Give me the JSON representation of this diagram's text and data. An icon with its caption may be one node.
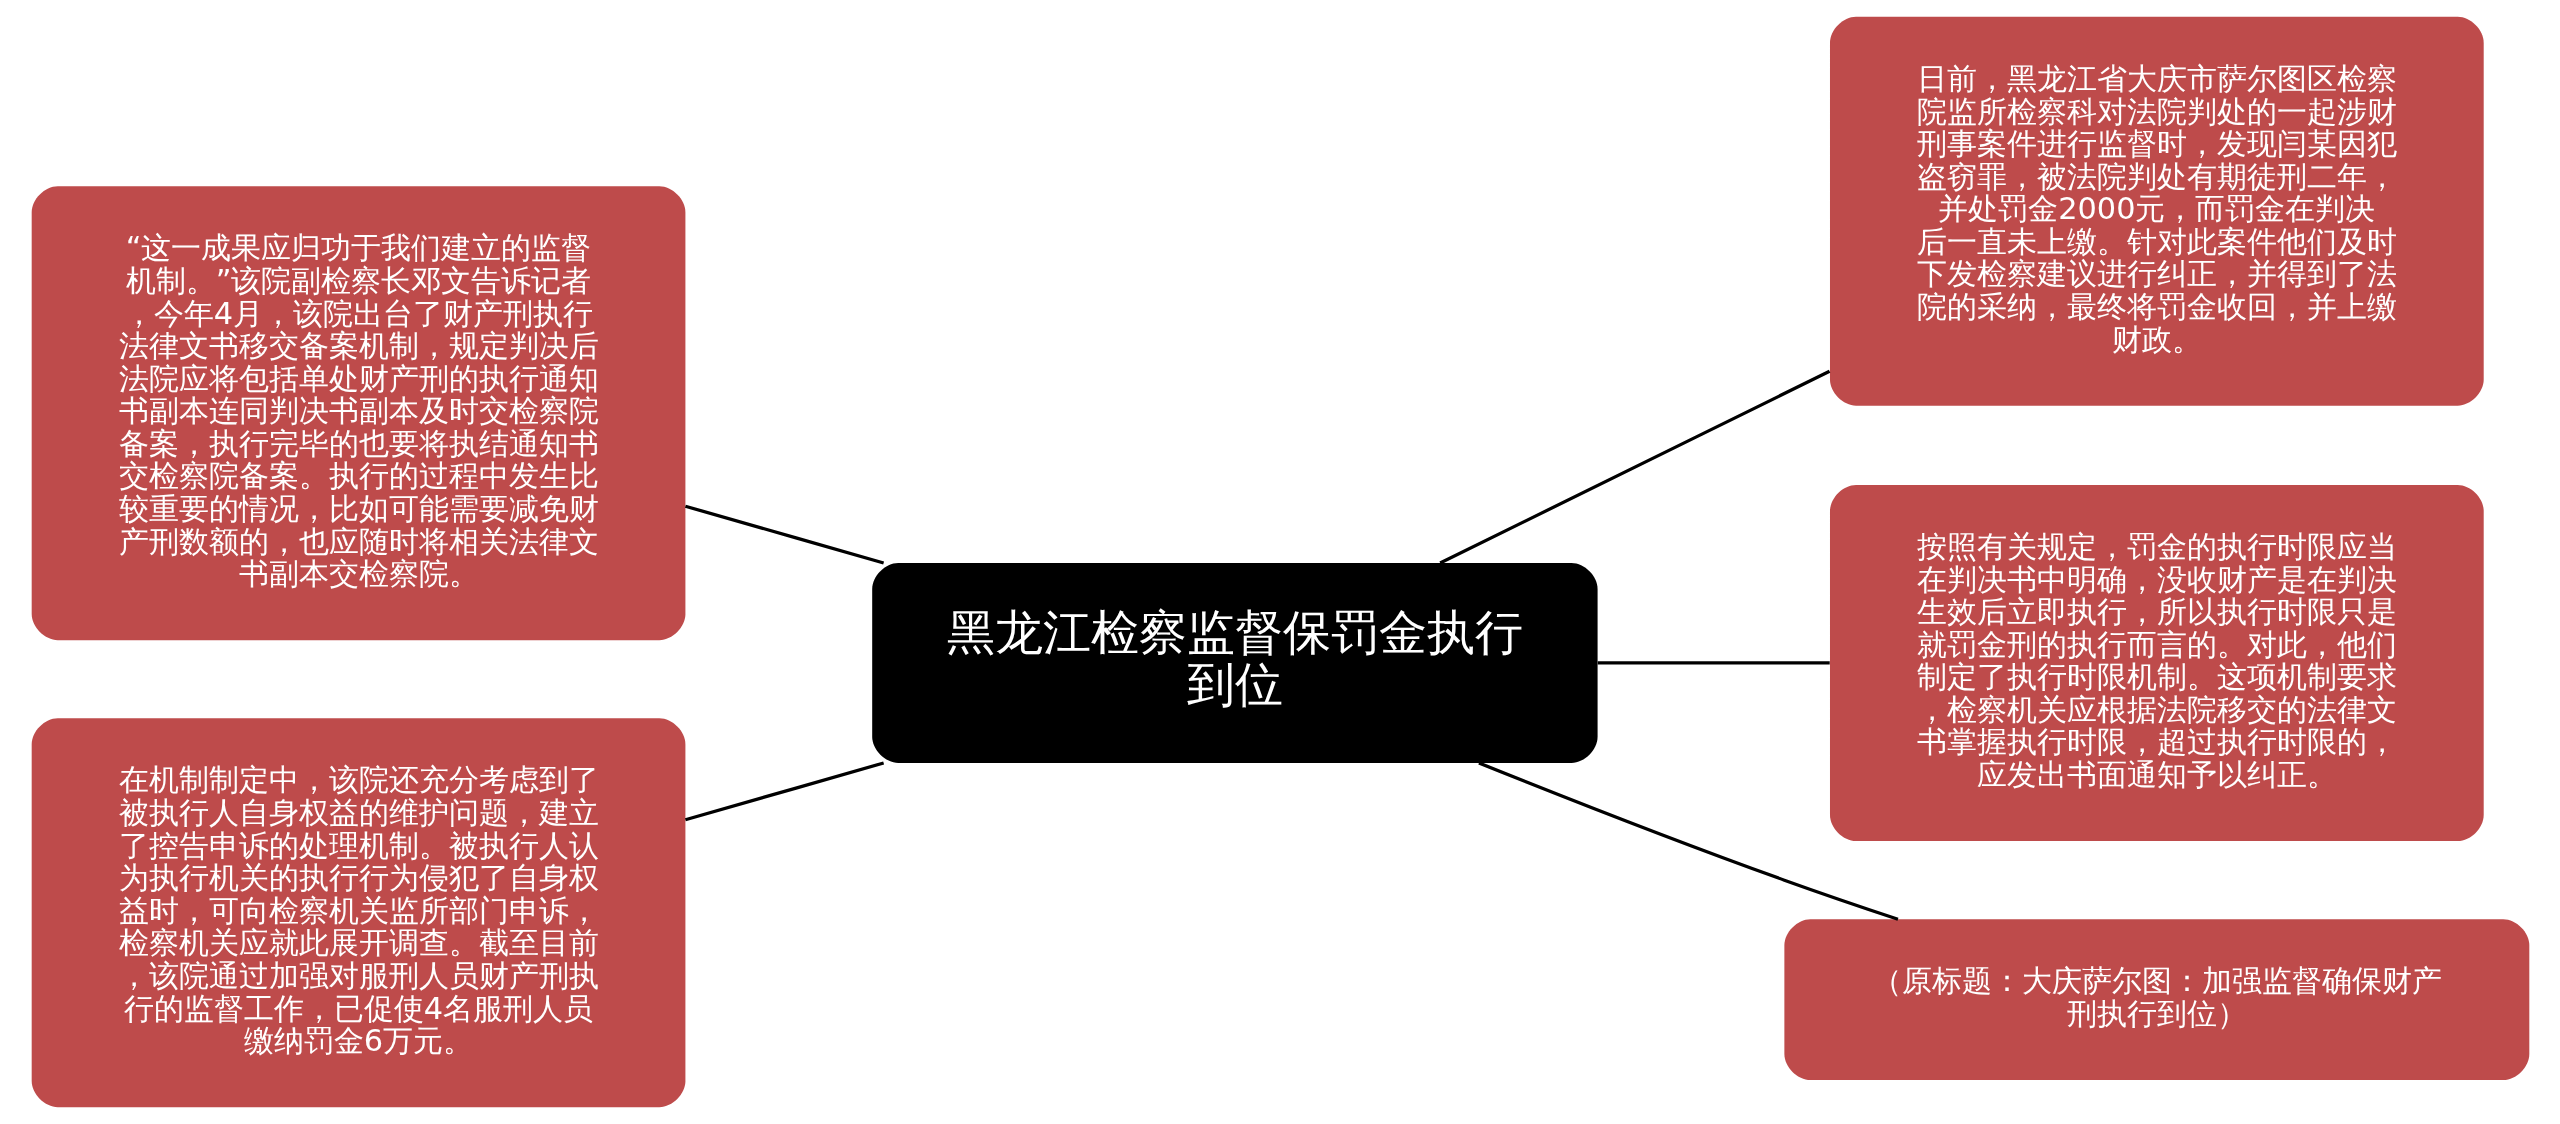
{
  "diagram": {
    "nodes": [
      {
        "text": [
          "黑龙江检察监督保罚金执行到位"
        ]
      },
      {
        "text": [
          "“这一成果应归功于我们建立的监督机制。”该院副检察长邓文告诉记者，今年4月，该院出台了财产刑执行法律文书移交备案机制，规定判决后法院应将包括单处财产刑的执行通知书副本连同判决书副本及时交检察院备案，执行完毕的也要将执结通知书交检察院备案。执行的过程中发生比较重要的情况，比如可能需要减免财产刑数额的，也应随时将相关法律文书副本交检察院。"
        ]
      },
      {
        "text": [
          "在机制制定中，该院还充分考虑到了被执行人自身权益的维护问题，建立了控告申诉的处理机制。被执行人认为执行机关的执行行为侵犯了自身权益时，可向检察机关监所部门申诉，检察机关应就此展开调查。截至目前，该院通过加强对服刑人员财产刑执行的监督工作，已促使4名服刑人员缴纳罚金6万元。"
        ]
      },
      {
        "text": [
          "日前，黑龙江省大庆市萨尔图区检察院监所检察科对法院判处的一起涉财刑事案件进行监督时，发现闫某因犯盗窃罪，被法院判处有期徒刑二年，并处罚金2000元，而罚金在判决后一直未上缴。针对此案件他们及时下发检察建议进行纠正，并得到了法院的采纳，最终将罚金收回，并上缴财政。"
        ]
      },
      {
        "text": [
          "按照有关规定，罚金的执行时限应当在判决书中明确，没收财产是在判决生效后立即执行，所以执行时限只是就罚金刑的执行而言的。对此，他们制定了执行时限机制。这项机制要求，检察机关应根据法院移交的法律文书掌握执行时限，超过执行时限的，应发出书面通知予以纠正。"
        ]
      },
      {
        "text": [
          "（原标题：大庆萨尔图：加强监督确保财产刑执行到位）"
        ]
      }
    ],
    "edges": [
      {
        "from": 0,
        "to": 1,
        "arrow": "none"
      },
      {
        "from": 0,
        "to": 2,
        "arrow": "none"
      },
      {
        "from": 0,
        "to": 3,
        "arrow": "none"
      },
      {
        "from": 0,
        "to": 4,
        "arrow": "none"
      },
      {
        "from": 0,
        "to": 5,
        "arrow": "none"
      }
    ]
  }
}
